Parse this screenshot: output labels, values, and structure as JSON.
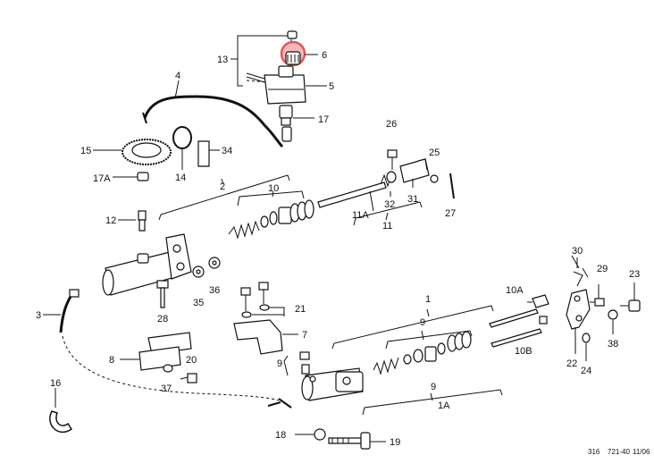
{
  "diagram": {
    "highlight_color": "#e05a5a",
    "callouts": [
      {
        "id": "c1",
        "text": "1"
      },
      {
        "id": "c1a",
        "text": "1A"
      },
      {
        "id": "c2",
        "text": "2"
      },
      {
        "id": "c3",
        "text": "3"
      },
      {
        "id": "c4",
        "text": "4"
      },
      {
        "id": "c5",
        "text": "5"
      },
      {
        "id": "c6",
        "text": "6"
      },
      {
        "id": "c7",
        "text": "7"
      },
      {
        "id": "c8",
        "text": "8"
      },
      {
        "id": "c9a",
        "text": "9"
      },
      {
        "id": "c9b",
        "text": "9"
      },
      {
        "id": "c9c",
        "text": "9"
      },
      {
        "id": "c10",
        "text": "10"
      },
      {
        "id": "c10a",
        "text": "10A"
      },
      {
        "id": "c10b",
        "text": "10B"
      },
      {
        "id": "c11",
        "text": "11"
      },
      {
        "id": "c11a",
        "text": "11A"
      },
      {
        "id": "c12",
        "text": "12"
      },
      {
        "id": "c13",
        "text": "13"
      },
      {
        "id": "c14",
        "text": "14"
      },
      {
        "id": "c15",
        "text": "15"
      },
      {
        "id": "c16",
        "text": "16"
      },
      {
        "id": "c17",
        "text": "17"
      },
      {
        "id": "c17a",
        "text": "17A"
      },
      {
        "id": "c18",
        "text": "18"
      },
      {
        "id": "c19",
        "text": "19"
      },
      {
        "id": "c20",
        "text": "20"
      },
      {
        "id": "c21",
        "text": "21"
      },
      {
        "id": "c22",
        "text": "22"
      },
      {
        "id": "c23",
        "text": "23"
      },
      {
        "id": "c24",
        "text": "24"
      },
      {
        "id": "c25",
        "text": "25"
      },
      {
        "id": "c26",
        "text": "26"
      },
      {
        "id": "c27",
        "text": "27"
      },
      {
        "id": "c28",
        "text": "28"
      },
      {
        "id": "c29",
        "text": "29"
      },
      {
        "id": "c30",
        "text": "30"
      },
      {
        "id": "c31",
        "text": "31"
      },
      {
        "id": "c32",
        "text": "32"
      },
      {
        "id": "c34",
        "text": "34"
      },
      {
        "id": "c35",
        "text": "35"
      },
      {
        "id": "c36",
        "text": "36"
      },
      {
        "id": "c37",
        "text": "37"
      },
      {
        "id": "c38",
        "text": "38"
      }
    ],
    "footer": {
      "a": "316",
      "b": "721-40",
      "c": "11/06"
    }
  }
}
